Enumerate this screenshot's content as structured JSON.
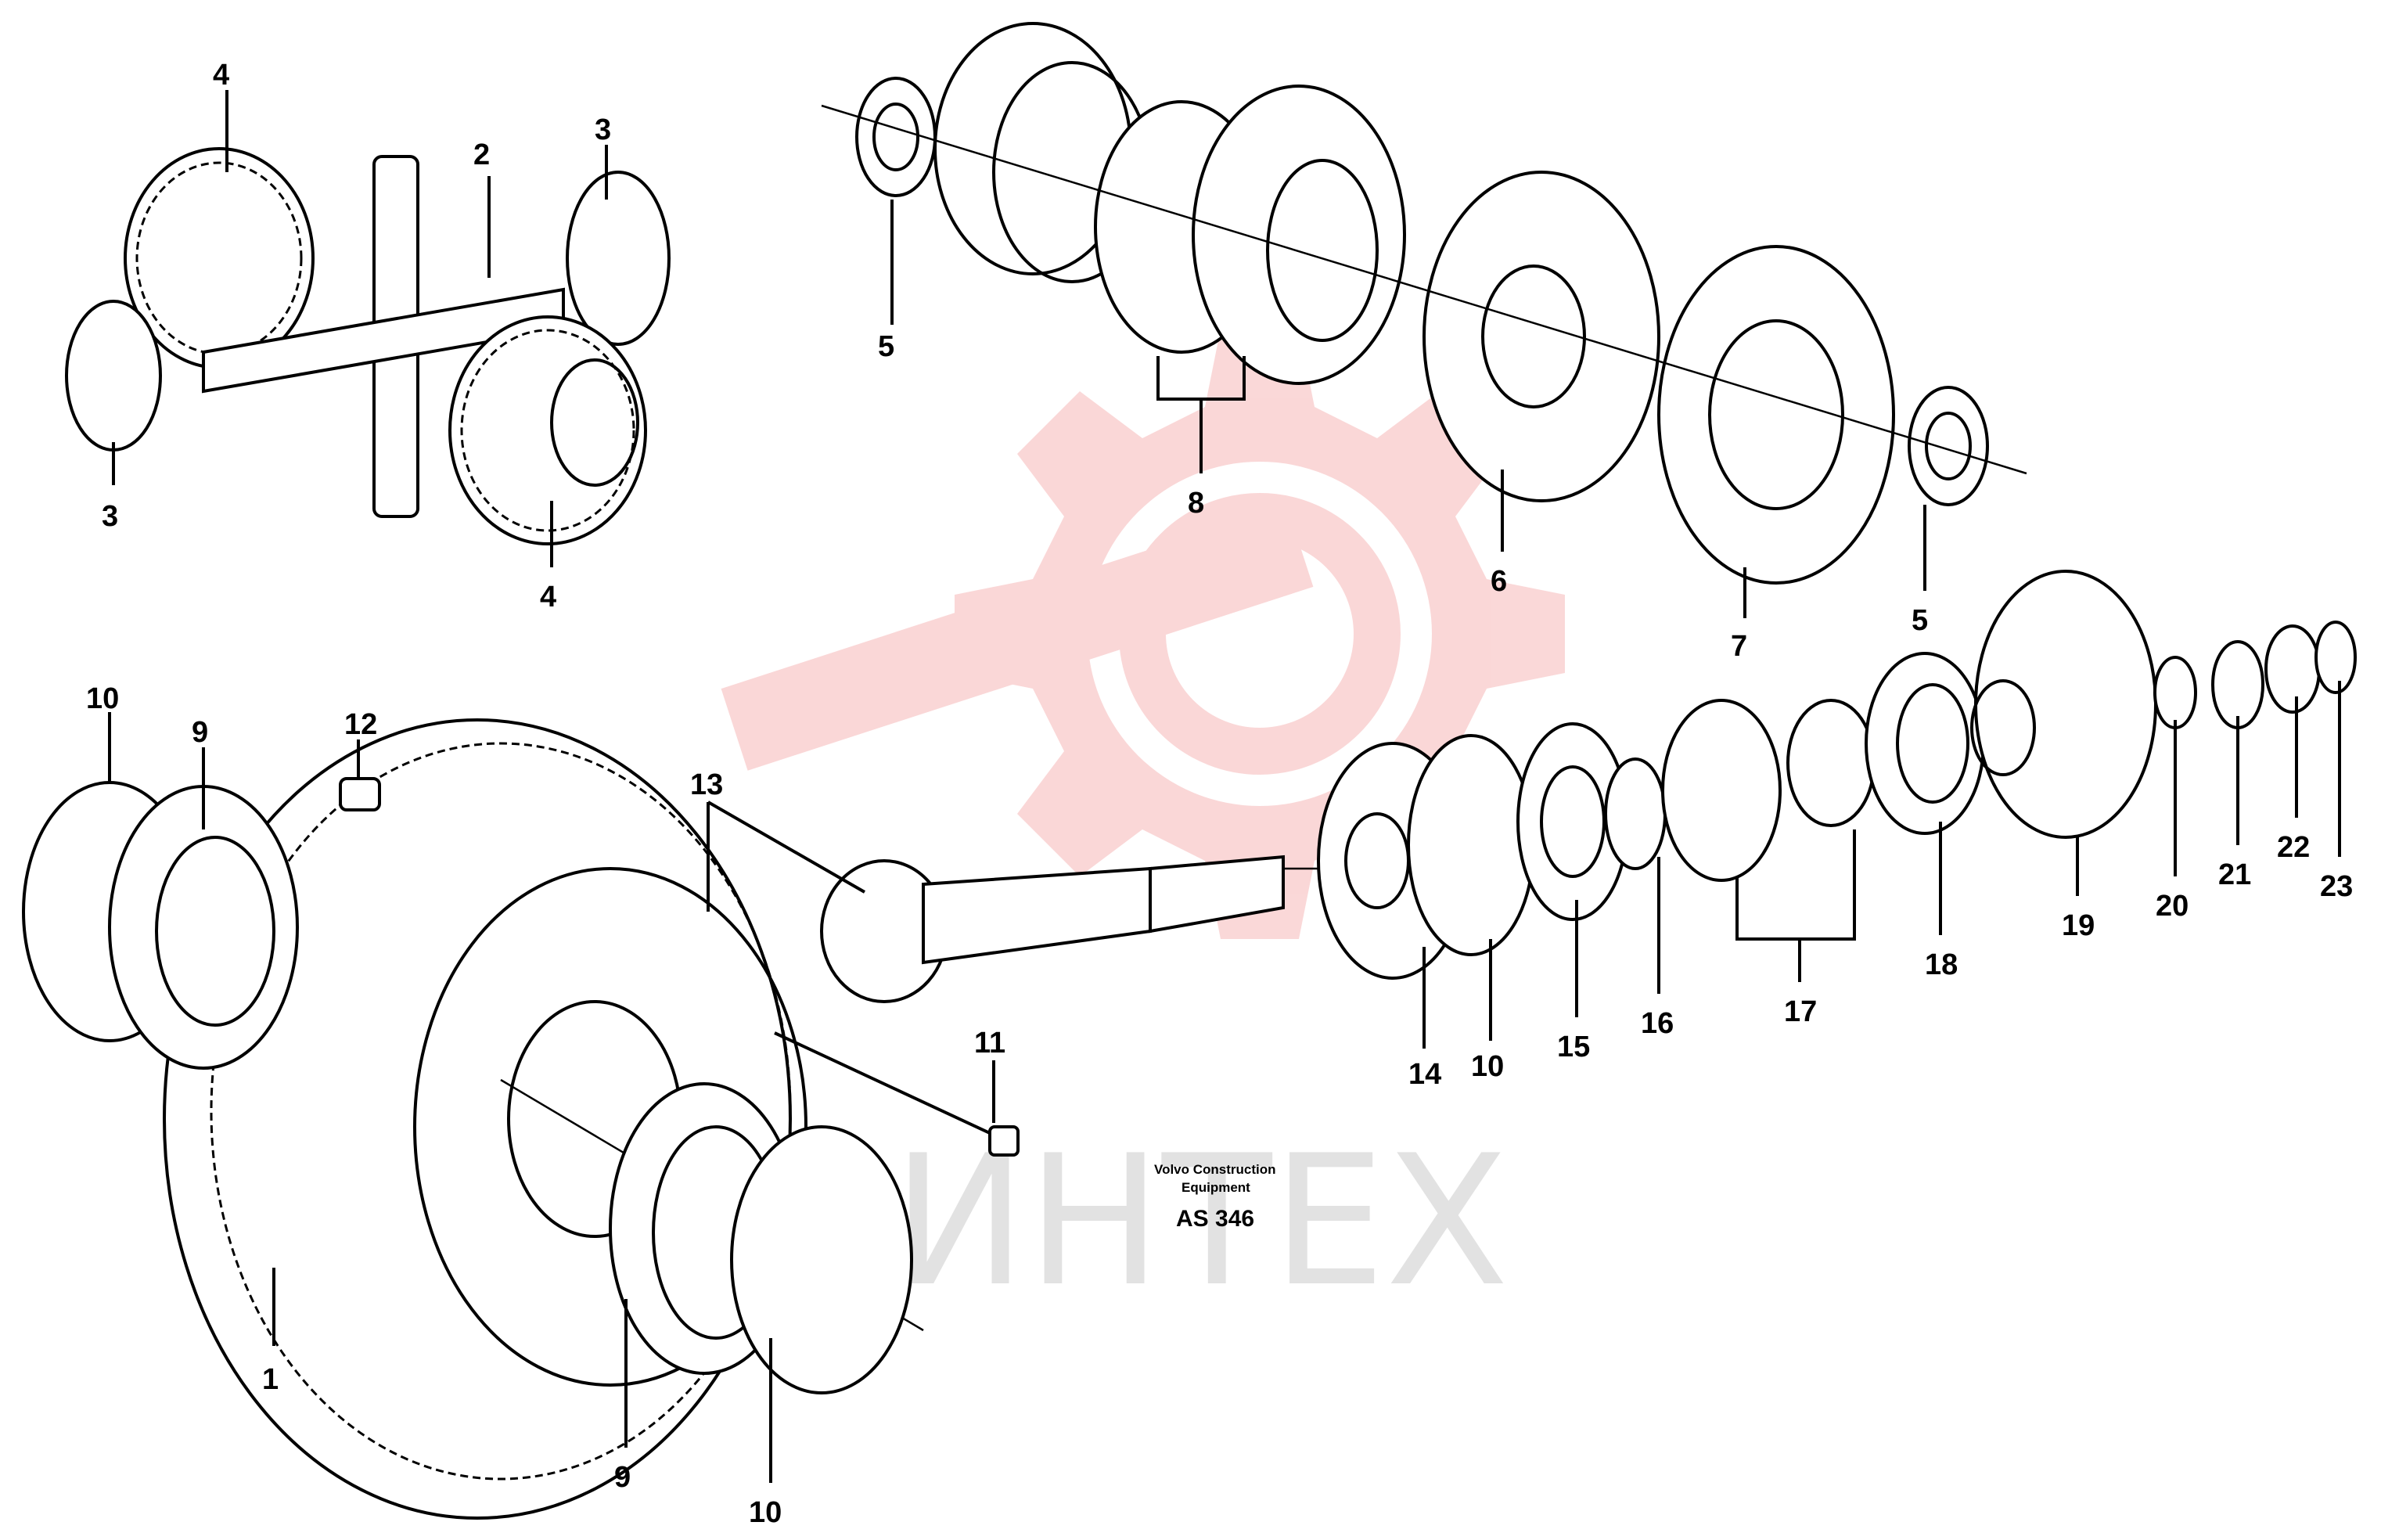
{
  "watermark": {
    "text": "ИНТЕХ",
    "color": "#f4a8a8"
  },
  "caption": {
    "line1": "Volvo Construction",
    "line2": "Equipment",
    "code": "AS 346"
  },
  "callouts": {
    "c1": "1",
    "c2": "2",
    "c3a": "3",
    "c3b": "3",
    "c4a": "4",
    "c4b": "4",
    "c5a": "5",
    "c5b": "5",
    "c6": "6",
    "c7": "7",
    "c8": "8",
    "c9a": "9",
    "c9b": "9",
    "c10a": "10",
    "c10b": "10",
    "c10c": "10",
    "c11": "11",
    "c12": "12",
    "c13": "13",
    "c14": "14",
    "c15": "15",
    "c16": "16",
    "c17": "17",
    "c18": "18",
    "c19": "19",
    "c20": "20",
    "c21": "21",
    "c22": "22",
    "c23": "23"
  }
}
